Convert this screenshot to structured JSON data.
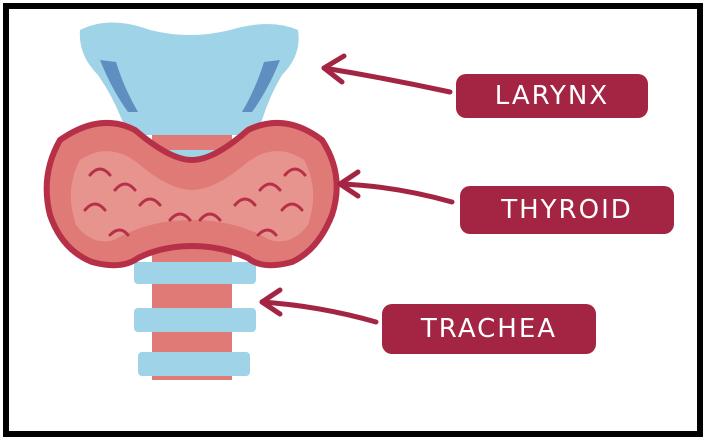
{
  "labels": {
    "larynx": "LARYNX",
    "thyroid": "THYROID",
    "trachea": "TRACHEA"
  },
  "colors": {
    "label_bg": "#a42543",
    "larynx_light": "#9fd3e8",
    "larynx_dark": "#5f8fc0",
    "thyroid": "#e07a76",
    "thyroid_outline": "#b63048",
    "trachea_ring": "#9fd3e8",
    "trachea_core": "#e07a76",
    "arrow": "#a42543"
  }
}
